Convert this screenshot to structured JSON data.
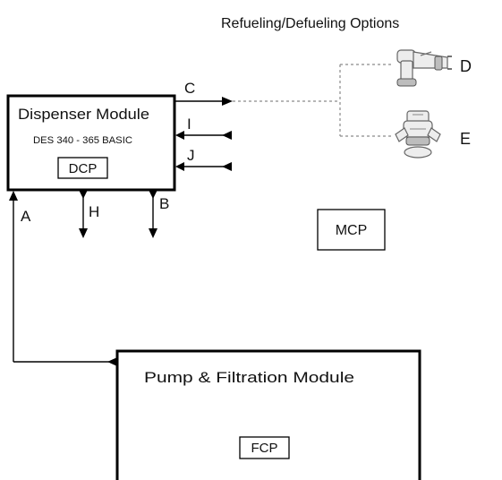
{
  "header": {
    "options_title": "Refueling/Defueling Options"
  },
  "dispenser_module": {
    "title": "Dispenser Module",
    "model": "DES 340 - 365 BASIC",
    "panel": "DCP"
  },
  "mcp_label": "MCP",
  "pump_filtration_module": {
    "title": "Pump & Filtration Module",
    "panel": "FCP"
  },
  "connections": {
    "A": "A",
    "B": "B",
    "C": "C",
    "H": "H",
    "I": "I",
    "J": "J"
  },
  "options": [
    {
      "label": "D",
      "icon": "refueling-nozzle-icon"
    },
    {
      "label": "E",
      "icon": "defueling-coupler-icon"
    }
  ]
}
